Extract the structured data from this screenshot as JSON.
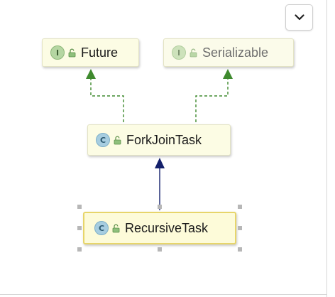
{
  "diagram": {
    "nodes": [
      {
        "id": "future",
        "name": "Future",
        "kind": "interface",
        "kind_letter": "I",
        "dimmed": false
      },
      {
        "id": "serializable",
        "name": "Serializable",
        "kind": "interface",
        "kind_letter": "I",
        "dimmed": true
      },
      {
        "id": "forkjointask",
        "name": "ForkJoinTask",
        "kind": "class",
        "kind_letter": "C",
        "dimmed": false
      },
      {
        "id": "recursivetask",
        "name": "RecursiveTask",
        "kind": "class",
        "kind_letter": "C",
        "dimmed": false,
        "selected": true
      }
    ],
    "edges": [
      {
        "from": "forkjointask",
        "to": "future",
        "relation": "implements"
      },
      {
        "from": "forkjointask",
        "to": "serializable",
        "relation": "implements"
      },
      {
        "from": "recursivetask",
        "to": "forkjointask",
        "relation": "extends"
      }
    ],
    "colors": {
      "implements": "#3f8a2e",
      "extends": "#14206b",
      "node_fill": "#fcfce4",
      "selection_border": "#e7d56a"
    }
  },
  "toolbar": {
    "collapse_icon": "chevron-down-icon"
  }
}
